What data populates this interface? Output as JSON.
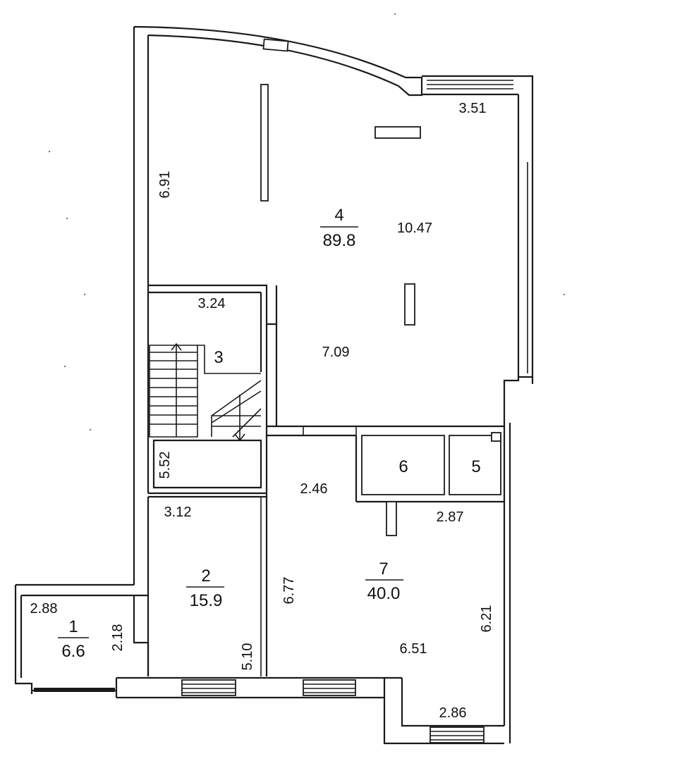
{
  "rooms": [
    {
      "id": "1",
      "number": "1",
      "area": "6.6"
    },
    {
      "id": "2",
      "number": "2",
      "area": "15.9"
    },
    {
      "id": "3",
      "number": "3"
    },
    {
      "id": "4",
      "number": "4",
      "area": "89.8"
    },
    {
      "id": "5",
      "number": "5"
    },
    {
      "id": "6",
      "number": "6"
    },
    {
      "id": "7",
      "number": "7",
      "area": "40.0"
    }
  ],
  "dimensions": {
    "r4_top": "3.51",
    "r4_left": "6.91",
    "r4_right": "10.47",
    "r4_bottom": "7.09",
    "r3_top": "3.24",
    "r3_left": "5.52",
    "r2_top": "3.12",
    "r2_right": "5.10",
    "r1_top": "2.88",
    "r1_right": "2.18",
    "r7_top_left": "2.46",
    "r7_top_right": "2.87",
    "r7_left": "6.77",
    "r7_right": "6.21",
    "r7_mid": "6.51",
    "r7_bottom": "2.86"
  }
}
